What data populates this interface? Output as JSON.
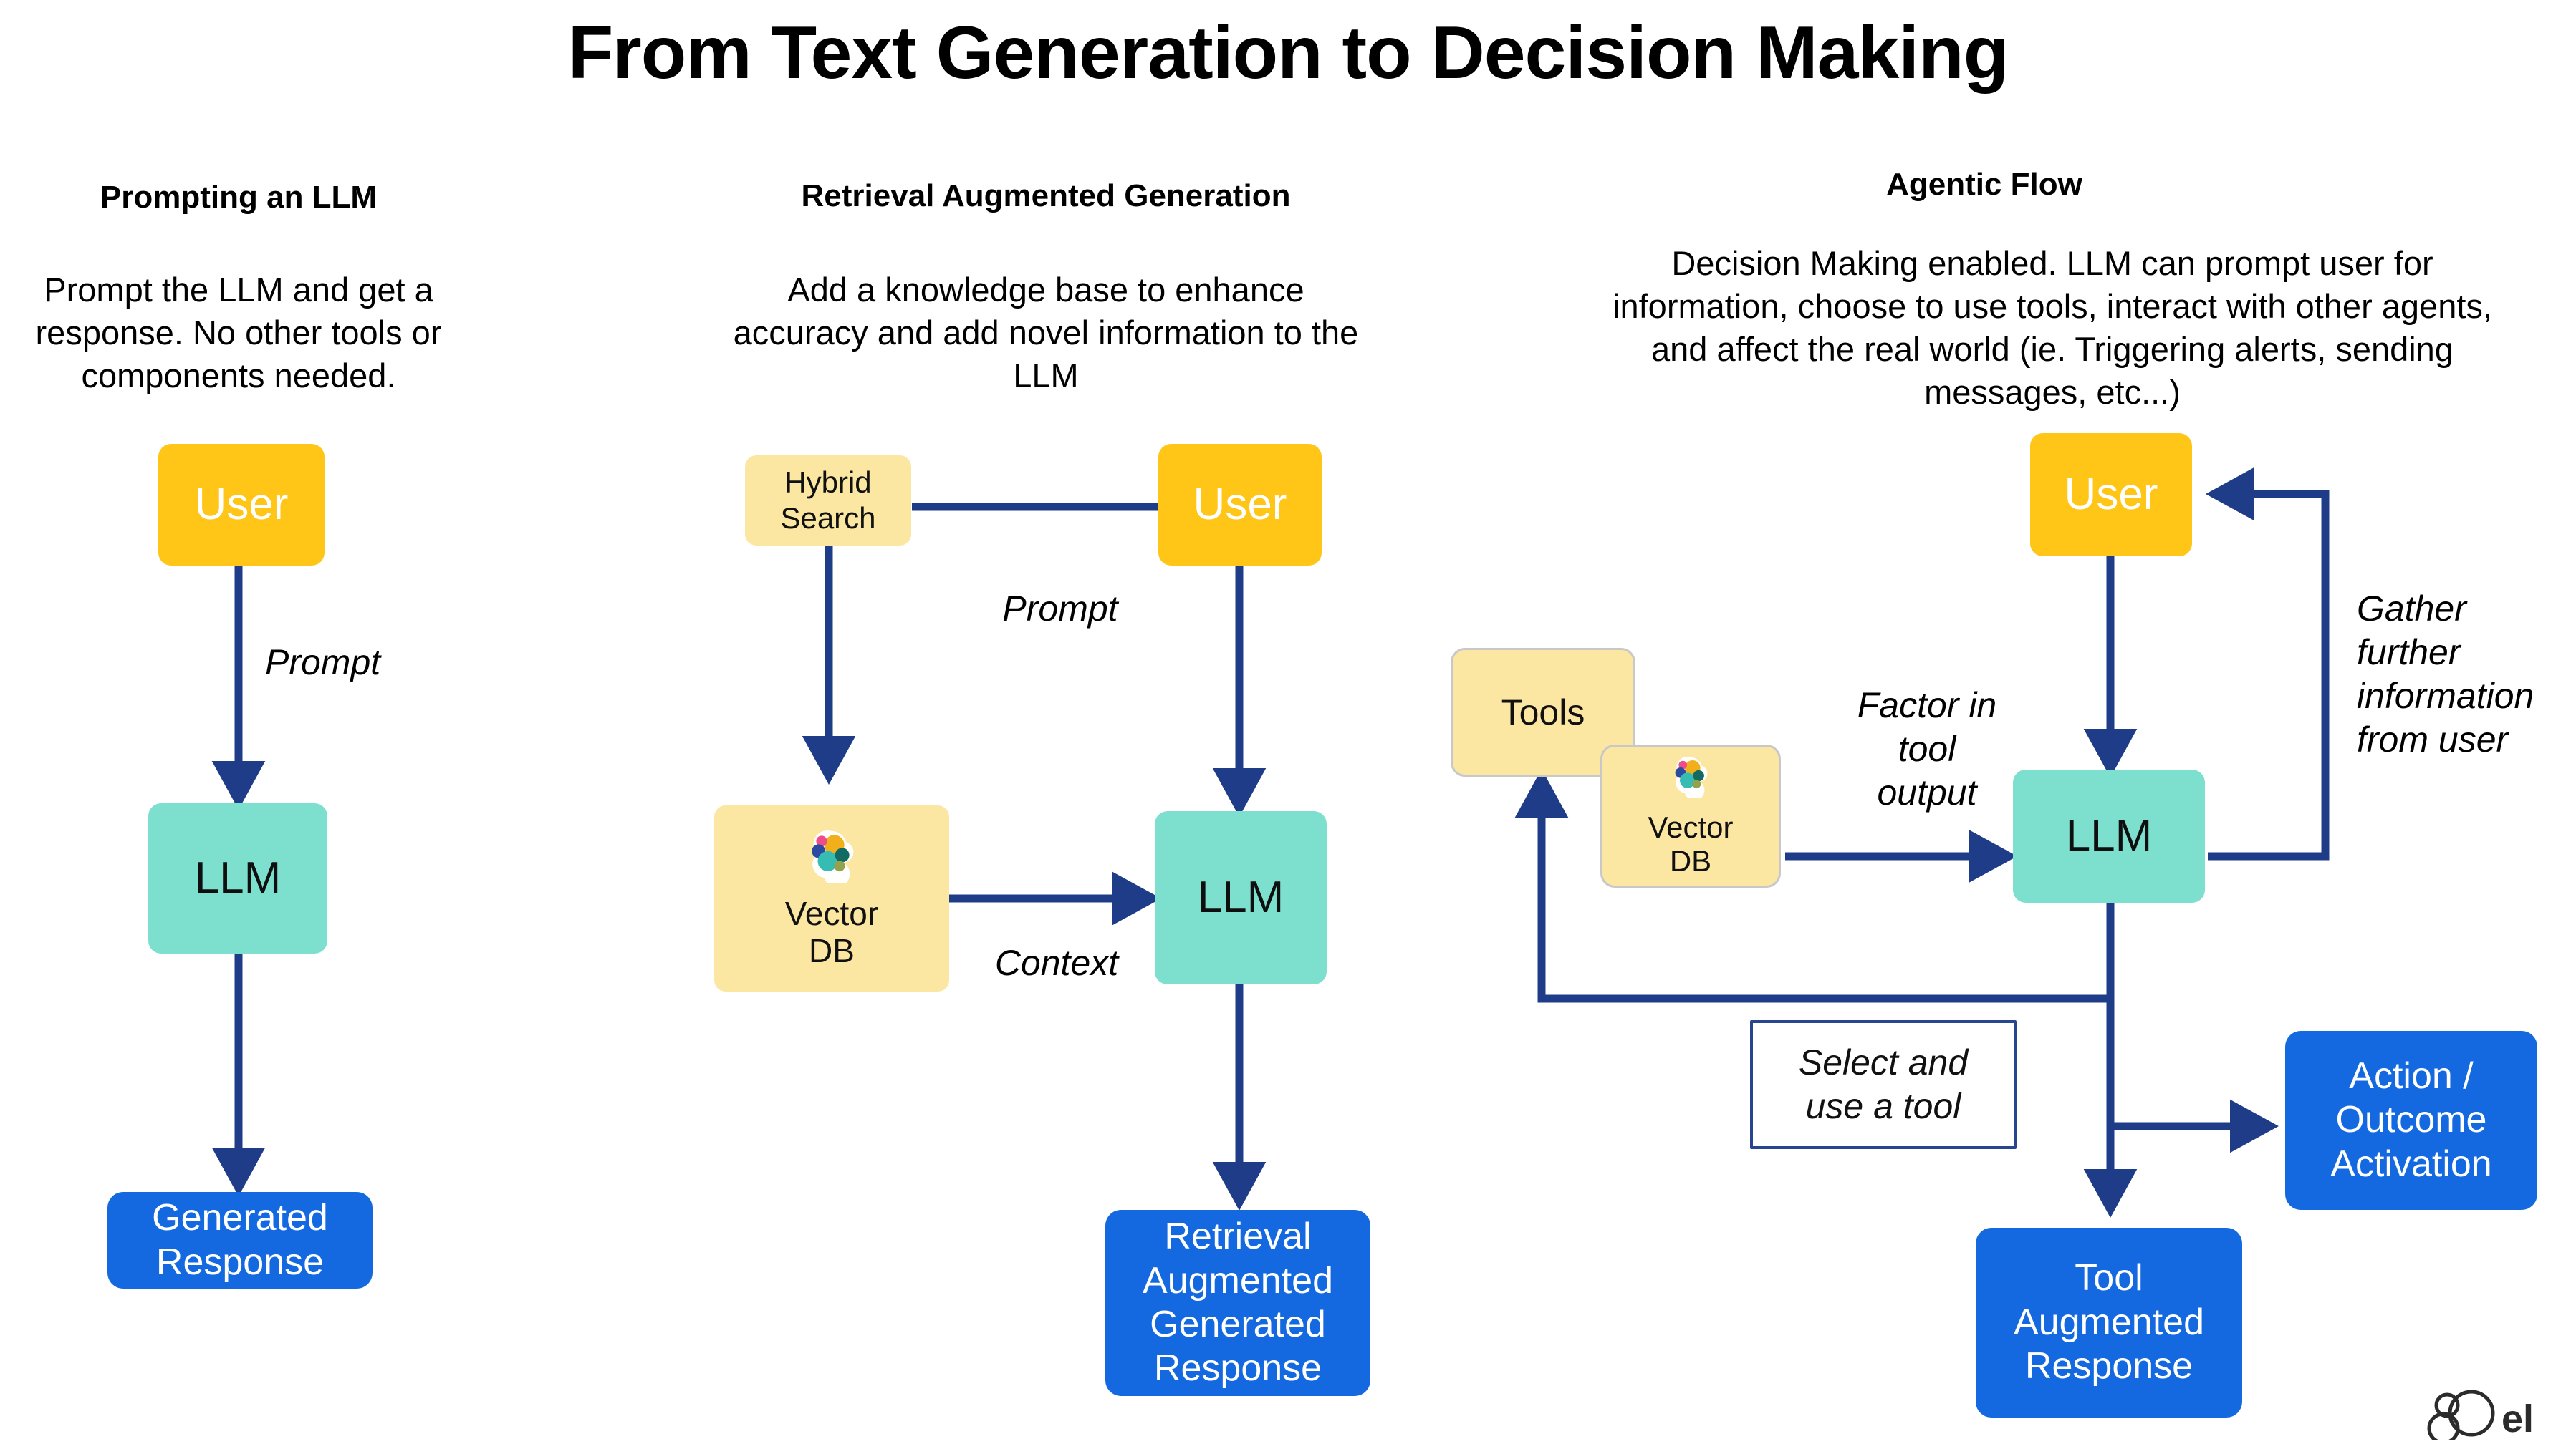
{
  "page": {
    "title": "From Text Generation to Decision Making",
    "background": "#ffffff"
  },
  "colors": {
    "user_yellow": "#FFC517",
    "llm_teal": "#7DDFCE",
    "output_blue": "#1469E0",
    "knowledge_cream": "#FBE6A2",
    "arrow_navy": "#1F3C88",
    "box_border_grey": "#C8C8C8"
  },
  "columns": [
    {
      "id": "prompting",
      "title": "Prompting an LLM",
      "description": "Prompt the LLM and get a response. No other tools or components needed.",
      "nodes": [
        {
          "id": "user",
          "label": "User",
          "kind": "user"
        },
        {
          "id": "llm",
          "label": "LLM",
          "kind": "llm"
        },
        {
          "id": "generated_response",
          "label": "Generated\nResponse",
          "kind": "output"
        }
      ],
      "edges": [
        {
          "from": "user",
          "to": "llm",
          "label": "Prompt"
        },
        {
          "from": "llm",
          "to": "generated_response",
          "label": ""
        }
      ]
    },
    {
      "id": "rag",
      "title": "Retrieval Augmented Generation",
      "description": "Add a knowledge base to enhance accuracy and add novel information to the LLM",
      "nodes": [
        {
          "id": "hybrid_search",
          "label": "Hybrid\nSearch",
          "kind": "knowledge"
        },
        {
          "id": "user",
          "label": "User",
          "kind": "user"
        },
        {
          "id": "vector_db",
          "label": "Vector\nDB",
          "kind": "knowledge",
          "icon": "elastic-logo-icon"
        },
        {
          "id": "llm",
          "label": "LLM",
          "kind": "llm"
        },
        {
          "id": "rag_response",
          "label": "Retrieval\nAugmented\nGenerated\nResponse",
          "kind": "output"
        }
      ],
      "edges": [
        {
          "from": "hybrid_search",
          "to": "user",
          "label": ""
        },
        {
          "from": "user",
          "to": "llm",
          "label": "Prompt"
        },
        {
          "from": "hybrid_search",
          "to": "vector_db",
          "label": ""
        },
        {
          "from": "vector_db",
          "to": "llm",
          "label": "Context"
        },
        {
          "from": "llm",
          "to": "rag_response",
          "label": ""
        }
      ]
    },
    {
      "id": "agentic",
      "title": "Agentic Flow",
      "description": "Decision Making enabled. LLM can prompt user for information, choose to use tools, interact with other agents, and affect the real world (ie. Triggering alerts, sending messages, etc...)",
      "nodes": [
        {
          "id": "tools",
          "label": "Tools",
          "kind": "knowledge"
        },
        {
          "id": "vector_db",
          "label": "Vector\nDB",
          "kind": "knowledge",
          "icon": "elastic-logo-icon"
        },
        {
          "id": "user",
          "label": "User",
          "kind": "user"
        },
        {
          "id": "llm",
          "label": "LLM",
          "kind": "llm"
        },
        {
          "id": "select_tool",
          "label": "Select and\nuse a tool",
          "kind": "plainbox"
        },
        {
          "id": "action_outcome",
          "label": "Action /\nOutcome\nActivation",
          "kind": "output"
        },
        {
          "id": "tool_response",
          "label": "Tool\nAugmented\nResponse",
          "kind": "output"
        }
      ],
      "edges": [
        {
          "from": "user",
          "to": "llm",
          "label": ""
        },
        {
          "from": "vector_db",
          "to": "llm",
          "label": "Factor in\ntool\noutput"
        },
        {
          "from": "llm",
          "to": "user",
          "label": "Gather\nfurther\ninformation\nfrom user"
        },
        {
          "from": "llm",
          "to": "tools",
          "label": "Select and\nuse a tool"
        },
        {
          "from": "llm",
          "to": "action_outcome",
          "label": ""
        },
        {
          "from": "llm",
          "to": "tool_response",
          "label": ""
        }
      ]
    }
  ],
  "labels": {
    "prompt": "Prompt",
    "context": "Context",
    "factor_in_tool_output": "Factor in\ntool\noutput",
    "gather_further": "Gather\nfurther\ninformation\nfrom user",
    "select_and_use_a_tool": "Select and\nuse a tool"
  },
  "watermark": {
    "name": "elastic-logo-icon"
  }
}
